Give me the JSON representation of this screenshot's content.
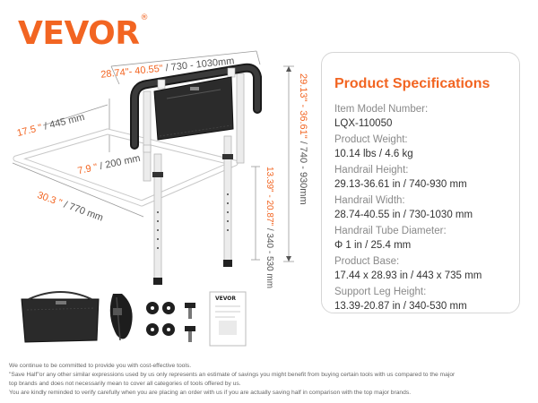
{
  "brand": {
    "logo_text": "VEVOR",
    "logo_mark": "®",
    "accent_color": "#f26522"
  },
  "dimensions": {
    "width_range": {
      "imperial": "28.74\"- 40.55\"",
      "metric": " / 730 - 1030mm"
    },
    "arm_depth": {
      "imperial": "17.5 \"",
      "metric": " / 445 mm"
    },
    "gap": {
      "imperial": "7.9 \"",
      "metric": " / 200 mm"
    },
    "base_length": {
      "imperial": "30.3 \"",
      "metric": " / 770 mm"
    },
    "total_height": {
      "imperial": "29.13\" - 36.61\"",
      "metric": " / 740 - 930mm"
    },
    "leg_height": {
      "imperial": "13.39\" - 20.87\"",
      "metric": " / 340 - 530 mm"
    }
  },
  "specs": {
    "title": "Product Specifications",
    "items": [
      {
        "label": "Item Model Number:",
        "value": "LQX-110050"
      },
      {
        "label": "Product Weight:",
        "value": "10.14 lbs / 4.6 kg"
      },
      {
        "label": "Handrail Height:",
        "value": "29.13-36.61 in / 740-930 mm"
      },
      {
        "label": "Handrail Width:",
        "value": "28.74-40.55 in / 730-1030 mm"
      },
      {
        "label": "Handrail Tube Diameter:",
        "value": "Φ 1 in / 25.4 mm"
      },
      {
        "label": "Product Base:",
        "value": "17.44 x 28.93 in / 443 x 735 mm"
      },
      {
        "label": "Support Leg Height:",
        "value": "13.39-20.87 in / 340-530 mm"
      }
    ]
  },
  "accessories": {
    "manual_logo": "VEVOR"
  },
  "disclaimer": [
    "We continue to be committed to provide you with cost-effective tools.",
    "\"Save Half\"or any other similar expressions used by us only represents an estimate of savings you might benefit from buying certain tools with us compared to the major",
    "top brands and does not necessarily mean to cover all categories of tools offered by us.",
    "You are kindly reminded to verify carefully when you are placing an order with us if you are actually saving half in comparison with the top major brands."
  ]
}
